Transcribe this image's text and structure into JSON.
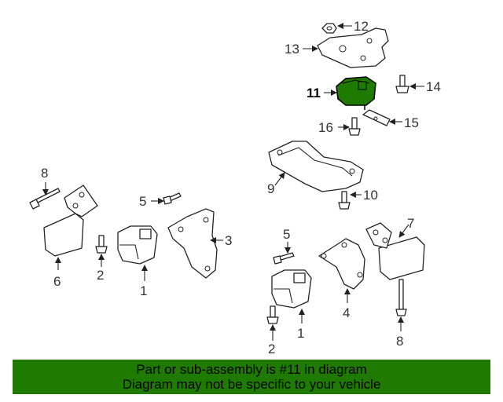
{
  "callouts": {
    "c1a": "1",
    "c1b": "1",
    "c2a": "2",
    "c2b": "2",
    "c3": "3",
    "c4": "4",
    "c5a": "5",
    "c5b": "5",
    "c6": "6",
    "c7": "7",
    "c8a": "8",
    "c8b": "8",
    "c9": "9",
    "c10": "10",
    "c11": "11",
    "c12": "12",
    "c13": "13",
    "c14": "14",
    "c15": "15",
    "c16": "16"
  },
  "banner": {
    "line1": "Part or sub-assembly is #11 in diagram",
    "line2": "Diagram may not be specific to your vehicle"
  },
  "colors": {
    "highlight": "#1f7a00",
    "banner_bg": "#1f7a00"
  }
}
